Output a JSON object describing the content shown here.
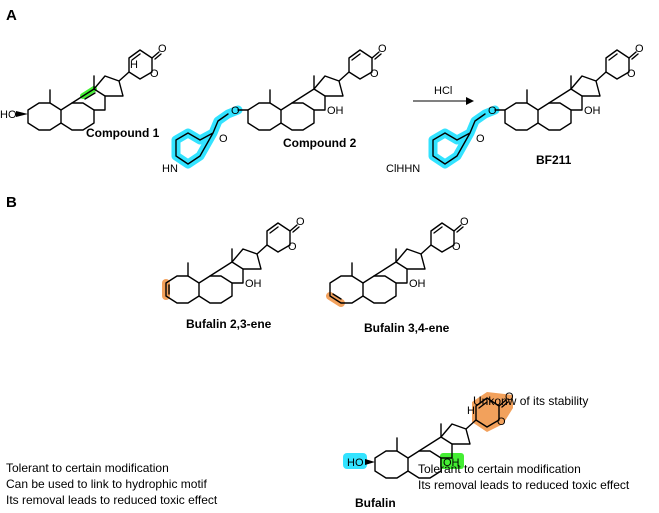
{
  "panels": {
    "a": "A",
    "b": "B"
  },
  "compounds": {
    "c1": "Compound 1",
    "c2": "Compound 2",
    "bf211": "BF211",
    "ene23": "Bufalin 2,3-ene",
    "ene34": "Bufalin 3,4-ene",
    "bufalin": "Bufalin"
  },
  "reagent": "HCl",
  "atoms": {
    "H": "H",
    "O": "O",
    "HO": "HO",
    "OH": "OH",
    "HN": "HN",
    "ClHHN": "ClHHN"
  },
  "annotations": {
    "left": [
      "Tolerant to certain modification",
      "Can be used to link to hydrophic motif",
      "Its removal leads to reduced toxic effect"
    ],
    "right": [
      "Tolerant to certain modification",
      "Its removal leads to reduced toxic effect"
    ],
    "lactone": "Unkonw of its stability"
  },
  "highlight_colors": {
    "ester_linker": "#33e3ff",
    "double_bond": "#44ee33",
    "ene": "#f2a15c",
    "hydroxyl_14": "#44ee33"
  }
}
